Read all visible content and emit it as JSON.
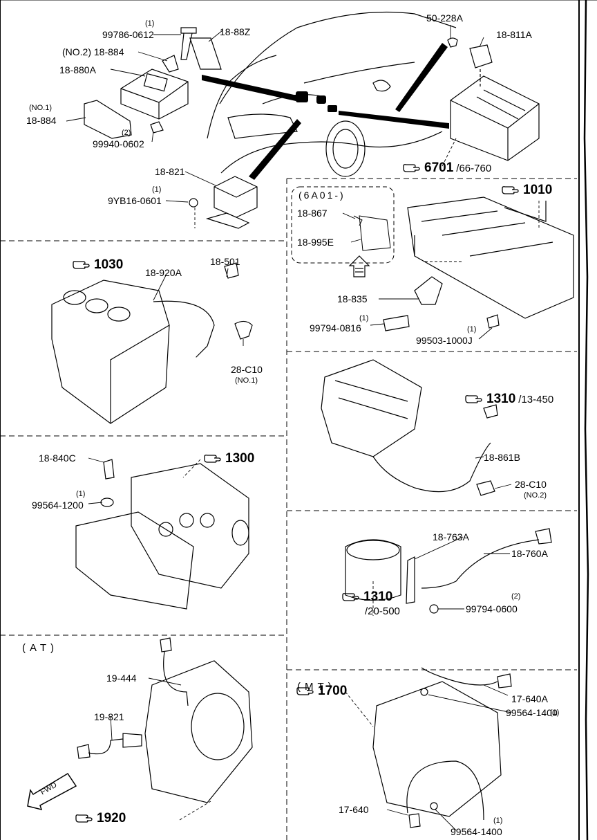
{
  "diagram": {
    "labels": {
      "p99786": "99786-0612",
      "p1888z": "18-88Z",
      "no2_884": "(NO.2) 18-884",
      "p18880a": "18-880A",
      "no1": "(NO.1)",
      "p18884": "18-884",
      "p99940": "99940-0602",
      "p50228a": "50-228A",
      "p18811a": "18-811A",
      "p18821": "18-821",
      "p9yb16": "9YB16-0601",
      "sub6a01": "(6A01-)",
      "p18867": "18-867",
      "p18995e": "18-995E",
      "p18835": "18-835",
      "p99794_0816": "99794-0816",
      "p99503": "99503-1000J",
      "p18920a": "18-920A",
      "p18501": "18-501",
      "p28c10": "28-C10",
      "no1b": "(NO.1)",
      "p18861b": "18-861B",
      "p28c10b": "28-C10",
      "no2b": "(NO.2)",
      "p18840c": "18-840C",
      "p99564_1200": "99564-1200",
      "p18763a": "18-763A",
      "p18760a": "18-760A",
      "p99794_0600": "99794-0600",
      "p19444": "19-444",
      "p19821": "19-821",
      "p17640a": "17-640A",
      "p99564_1400a": "99564-1400",
      "p17640": "17-640",
      "p99564_1400b": "99564-1400",
      "fwd": "FWD"
    },
    "quantities": {
      "q1": "(1)",
      "q2": "(2)",
      "q3": "(1)",
      "q4": "(1)",
      "q5": "(1)",
      "q6": "(1)",
      "q7": "(2)",
      "q8": "(1)",
      "q9": "(1)"
    },
    "refs": {
      "r6701": {
        "num": "6701",
        "sub": "/66-760"
      },
      "r1010": {
        "num": "1010",
        "sub": ""
      },
      "r1030": {
        "num": "1030",
        "sub": ""
      },
      "r1310a": {
        "num": "1310",
        "sub": "/13-450"
      },
      "r1300": {
        "num": "1300",
        "sub": ""
      },
      "r1310b": {
        "num": "1310",
        "sub": ""
      },
      "r1310b_sub": "/20-500",
      "r1700": {
        "num": "1700",
        "sub": ""
      },
      "r1920": {
        "num": "1920",
        "sub": ""
      }
    },
    "sections": {
      "at": "(AT)",
      "mt": "(MT)"
    }
  }
}
